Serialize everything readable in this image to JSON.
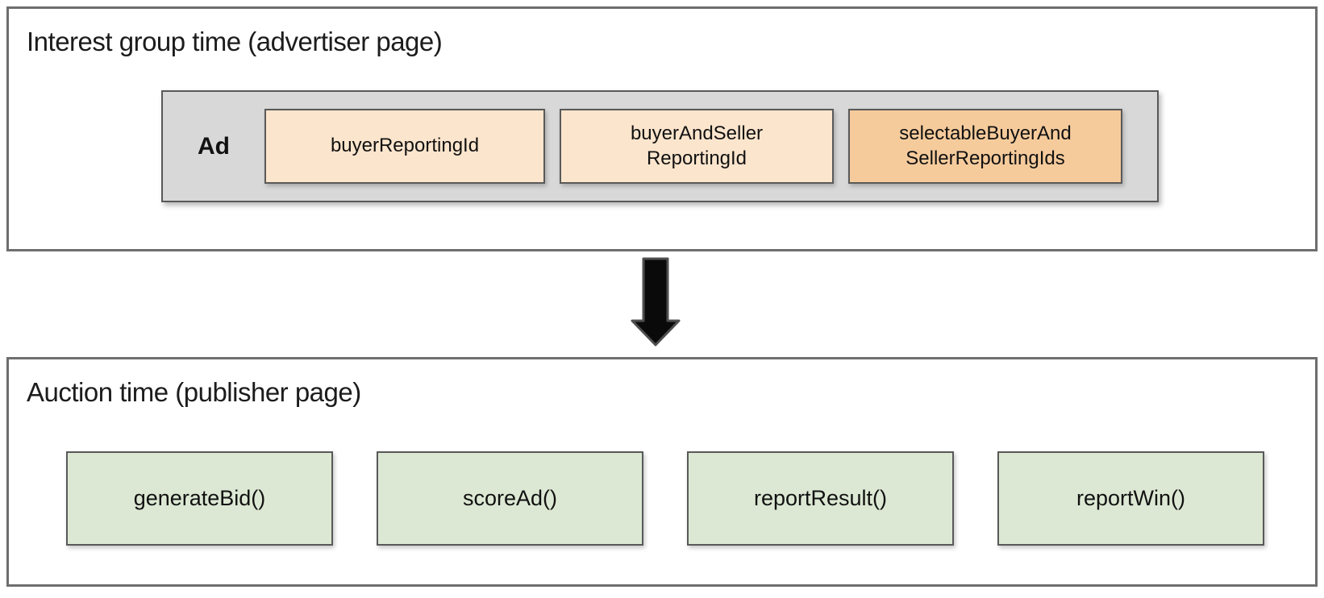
{
  "colors": {
    "peach_box": "#fce5cd",
    "orange_box": "#f6cb9c",
    "green_box": "#dce8d3",
    "ad_container_gray": "#d8d8d8",
    "box_border": "#595959",
    "panel_border": "#6e6e6e",
    "arrow_fill": "#0a0a0a"
  },
  "interest_group_section": {
    "title": "Interest group time (advertiser page)",
    "ad_container": {
      "label": "Ad",
      "boxes": [
        {
          "variant": "peach",
          "lines": [
            "buyerReportingId"
          ]
        },
        {
          "variant": "peach",
          "lines": [
            "buyerAndSeller",
            "ReportingId"
          ]
        },
        {
          "variant": "orange",
          "lines": [
            "selectableBuyerAnd",
            "SellerReportingIds"
          ]
        }
      ]
    }
  },
  "arrow": {
    "name": "down-arrow",
    "direction": "down"
  },
  "auction_section": {
    "title": "Auction time (publisher page)",
    "functions": [
      {
        "label": "generateBid()"
      },
      {
        "label": "scoreAd()"
      },
      {
        "label": "reportResult()"
      },
      {
        "label": "reportWin()"
      }
    ]
  }
}
